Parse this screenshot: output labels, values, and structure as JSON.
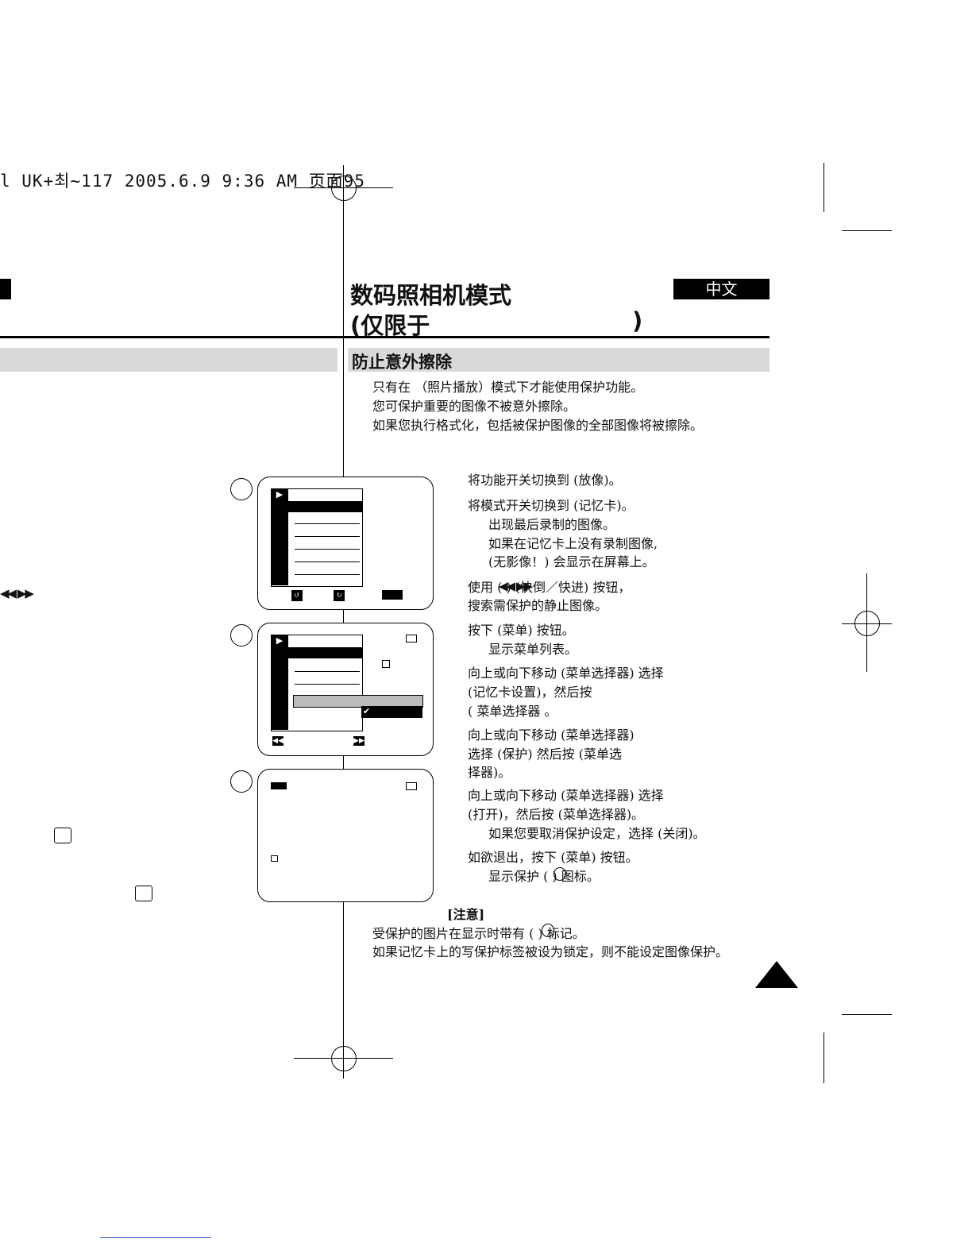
{
  "header": {
    "meta_line": "l UK+최~117  2005.6.9 9:36 AM  页面95",
    "title_line1": "数码照相机模式",
    "title_line2_open": "(仅限于",
    "title_line2_close": ")",
    "language_badge": "中文"
  },
  "section": {
    "title": "防止意外擦除",
    "intro": [
      "只有在               （照片播放）模式下才能使用保护功能。",
      "您可保护重要的图像不被意外擦除。",
      "如果您执行格式化，包括被保护图像的全部图像将被擦除。"
    ]
  },
  "steps": [
    "将功能开关切换到            (放像)。",
    "将模式开关切换到                   (记忆卡)。",
    "出现最后录制的图像。",
    "如果在记忆卡上没有录制图像,",
    "(无影像！) 会显示在屏幕上。",
    "使用       (              ) (快倒／快进) 按钮，",
    "搜索需保护的静止图像。",
    "按下              (菜单) 按钮。",
    "显示菜单列表。",
    "向上或向下移动                     (菜单选择器) 选择",
    "              (记忆卡设置)，然后按",
    "( 菜单选择器 。",
    "向上或向下移动                     (菜单选择器)",
    "选择             (保护) 然后按                           (菜单选",
    "择器)。",
    "向上或向下移动                     (菜单选择器) 选择",
    "       (打开)，然后按                      (菜单选择器)。",
    "如果您要取消保护设定，选择       (关闭)。",
    "如欲退出，按下             (菜单) 按钮。",
    "显示保护 (   ) 图标。"
  ],
  "note": {
    "label": "[注意]",
    "lines": [
      "受保护的图片在显示时带有 (   ) 标记。",
      "如果记忆卡上的写保护标签被设为锁定，则不能设定图像保护。"
    ]
  },
  "left_margin": {
    "arrows": "◀◀ ▶▶"
  },
  "icons": {
    "play": "play-icon",
    "lock": "lock-icon",
    "rewind": "rewind-icon",
    "fastforward": "fast-forward-icon",
    "checkmark": "checkmark-icon",
    "next_page": "next-page-triangle-icon"
  }
}
